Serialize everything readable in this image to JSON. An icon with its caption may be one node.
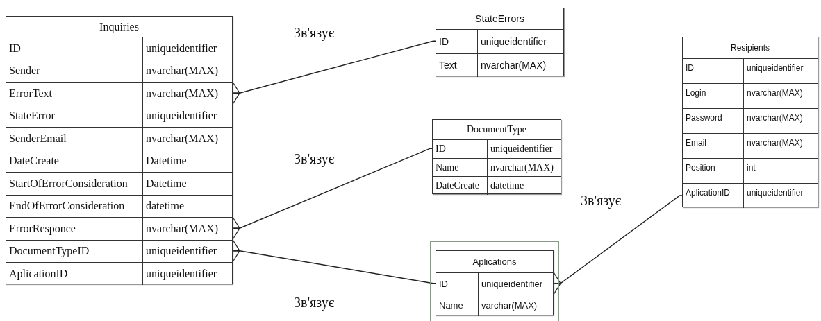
{
  "diagram": {
    "nodes": [
      {
        "text": [
          "Inquiries"
        ]
      },
      {
        "text": [
          "ID",
          "uniqueidentifier"
        ],
        "in": 0
      },
      {
        "text": [
          "Sender",
          "nvarchar(MAX)"
        ],
        "in": 0
      },
      {
        "text": [
          "ErrorText",
          "nvarchar(MAX)"
        ],
        "in": 0
      },
      {
        "text": [
          "StateError",
          "uniqueidentifier"
        ],
        "in": 0
      },
      {
        "text": [
          "SenderEmail",
          "nvarchar(MAX)"
        ],
        "in": 0
      },
      {
        "text": [
          "DateCreate",
          "Datetime"
        ],
        "in": 0
      },
      {
        "text": [
          "StartOfErrorConsideration",
          "Datetime"
        ],
        "in": 0
      },
      {
        "text": [
          "EndOfErrorConsideration",
          "datetime"
        ],
        "in": 0
      },
      {
        "text": [
          "ErrorResponce",
          "nvarchar(MAX)"
        ],
        "in": 0
      },
      {
        "text": [
          "DocumentTypeID",
          "uniqueidentifier"
        ],
        "in": 0
      },
      {
        "text": [
          "AplicationID",
          "uniqueidentifier"
        ],
        "in": 0
      },
      {
        "text": [
          "StateErrors"
        ]
      },
      {
        "text": [
          "ID",
          "uniqueidentifier"
        ],
        "in": 12
      },
      {
        "text": [
          "Text",
          "nvarchar(MAX)"
        ],
        "in": 12
      },
      {
        "text": [
          "DocumentType"
        ]
      },
      {
        "text": [
          "ID",
          "uniqueidentifier"
        ],
        "in": 15
      },
      {
        "text": [
          "Name",
          "nvarchar(MAX)"
        ],
        "in": 15
      },
      {
        "text": [
          "DateCreate",
          "datetime"
        ],
        "in": 15
      },
      {
        "text": [],
        "shape": "box"
      },
      {
        "text": [
          "Aplications"
        ],
        "in": 19
      },
      {
        "text": [
          "ID",
          "uniqueidentifier"
        ],
        "in": 20
      },
      {
        "text": [
          "Name",
          "varchar(MAX)"
        ],
        "in": 20
      },
      {
        "text": [
          "Resipients"
        ]
      },
      {
        "text": [
          "ID",
          "uniqueidentifier"
        ],
        "in": 23
      },
      {
        "text": [
          "Login",
          "nvarchar(MAX)"
        ],
        "in": 23
      },
      {
        "text": [
          "Password",
          "nvarchar(MAX)"
        ],
        "in": 23
      },
      {
        "text": [
          "Email",
          "nvarchar(MAX)"
        ],
        "in": 23
      },
      {
        "text": [
          "Position",
          "int"
        ],
        "in": 23
      },
      {
        "text": [
          "AplicationID",
          "uniqueidentifier"
        ],
        "in": 23
      }
    ],
    "edges": [
      {
        "from": 3,
        "to": 13,
        "arrow": "other"
      },
      {
        "from": 9,
        "to": 16,
        "arrow": "other"
      },
      {
        "from": 10,
        "to": 21,
        "arrow": "other"
      },
      {
        "from": 21,
        "to": 29,
        "arrow": "other"
      }
    ],
    "labels": [
      "Зв'язує",
      "Зв'язує",
      "Зв'язує",
      "Зв'язує"
    ]
  }
}
